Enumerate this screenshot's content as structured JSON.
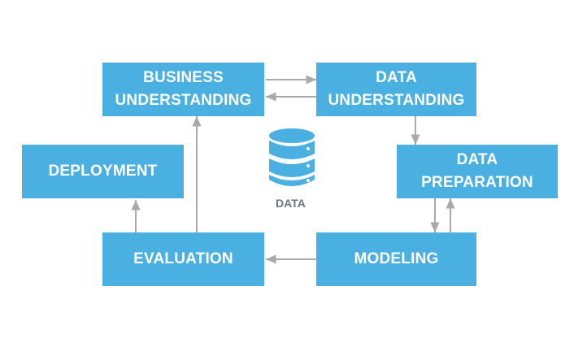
{
  "nodes": {
    "business_understanding": "BUSINESS\nUNDERSTANDING",
    "data_understanding": "DATA\nUNDERSTANDING",
    "data_preparation": "DATA\nPREPARATION",
    "modeling": "MODELING",
    "evaluation": "EVALUATION",
    "deployment": "DEPLOYMENT"
  },
  "center": {
    "label": "DATA",
    "icon": "database-icon"
  },
  "colors": {
    "box": "#4ab0e1",
    "box_text": "#ffffff",
    "arrow": "#a9a9a9",
    "icon": "#4ab0e1",
    "center_label": "#6d7479"
  }
}
